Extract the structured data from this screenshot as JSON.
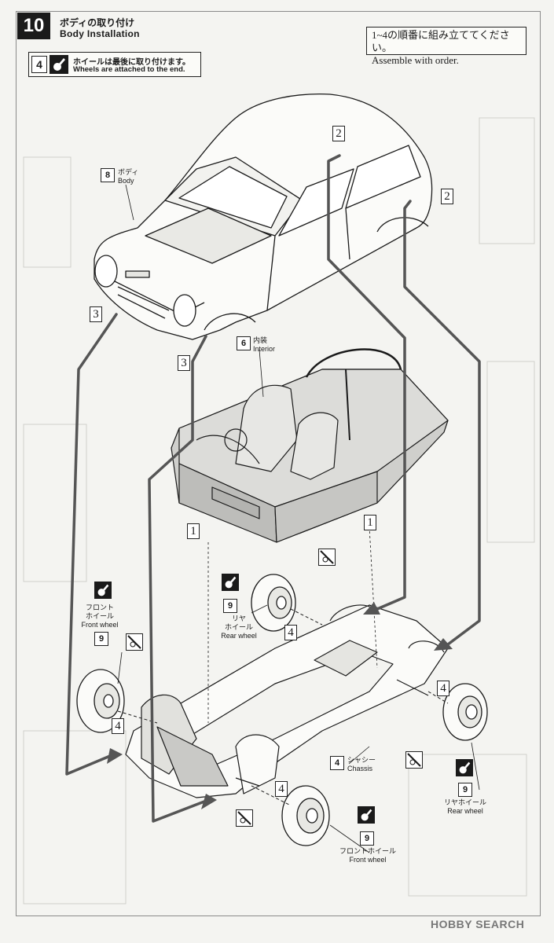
{
  "header": {
    "step_number": "10",
    "title_jp": "ボディの取り付け",
    "title_en": "Body  Installation"
  },
  "order_note": {
    "jp": "1~4の順番に組み立ててください。",
    "en": "Assemble with order."
  },
  "wheel_note": {
    "number": "4",
    "jp": "ホイールは最後に取り付けます。",
    "en": "Wheels are attached to the end."
  },
  "parts": {
    "body": {
      "number": "8",
      "jp": "ボディ",
      "en": "Body"
    },
    "interior": {
      "number": "6",
      "jp": "内装",
      "en": "Interior"
    },
    "chassis": {
      "number": "4",
      "jp": "シャシー",
      "en": "Chassis"
    },
    "front_wheel_left": {
      "number": "9",
      "jp1": "フロント",
      "jp2": "ホイール",
      "en": "Front wheel"
    },
    "rear_wheel_left": {
      "number": "9",
      "jp1": "リヤ",
      "jp2": "ホイール",
      "en": "Rear wheel"
    },
    "rear_wheel_right": {
      "number": "9",
      "jp": "リヤホイール",
      "en": "Rear wheel"
    },
    "front_wheel_right": {
      "number": "9",
      "jp": "フロントホイール",
      "en": "Front wheel"
    }
  },
  "sequence_markers": {
    "m2a": "2",
    "m2b": "2",
    "m3a": "3",
    "m3b": "3",
    "m1a": "1",
    "m1b": "1",
    "m4a": "4",
    "m4b": "4",
    "m4c": "4",
    "m4d": "4"
  },
  "watermark": "HOBBY SEARCH",
  "colors": {
    "ink": "#1a1a1a",
    "paper": "#f4f4f1",
    "shade": "#c8c8c8",
    "path": "#555555"
  },
  "icons": {
    "glue": "cement-bottle-icon",
    "no_glue": "no-cement-icon"
  }
}
